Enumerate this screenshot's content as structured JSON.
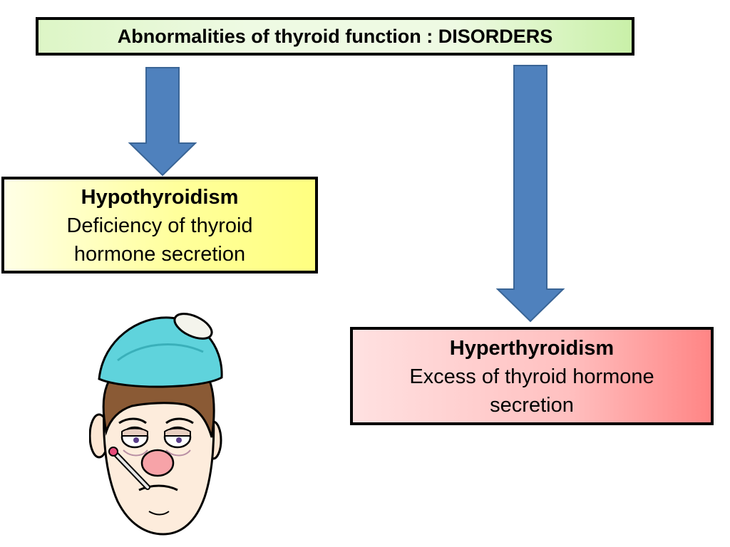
{
  "title": "Abnormalities of thyroid function :  DISORDERS",
  "hypothyroidism": {
    "heading": "Hypothyroidism",
    "description_line1": "Deficiency of thyroid",
    "description_line2": "hormone secretion"
  },
  "hyperthyroidism": {
    "heading": "Hyperthyroidism",
    "description_line1": "Excess of thyroid hormone",
    "description_line2": "secretion"
  },
  "colors": {
    "arrow_fill": "#4f81bd",
    "arrow_stroke": "#3a6596",
    "title_bg": "#e6f8d5",
    "hypo_bg": "#ffff99",
    "hyper_bg": "#ff9999"
  },
  "illustration": {
    "icon": "sick-man-with-ice-pack-and-thermometer"
  }
}
